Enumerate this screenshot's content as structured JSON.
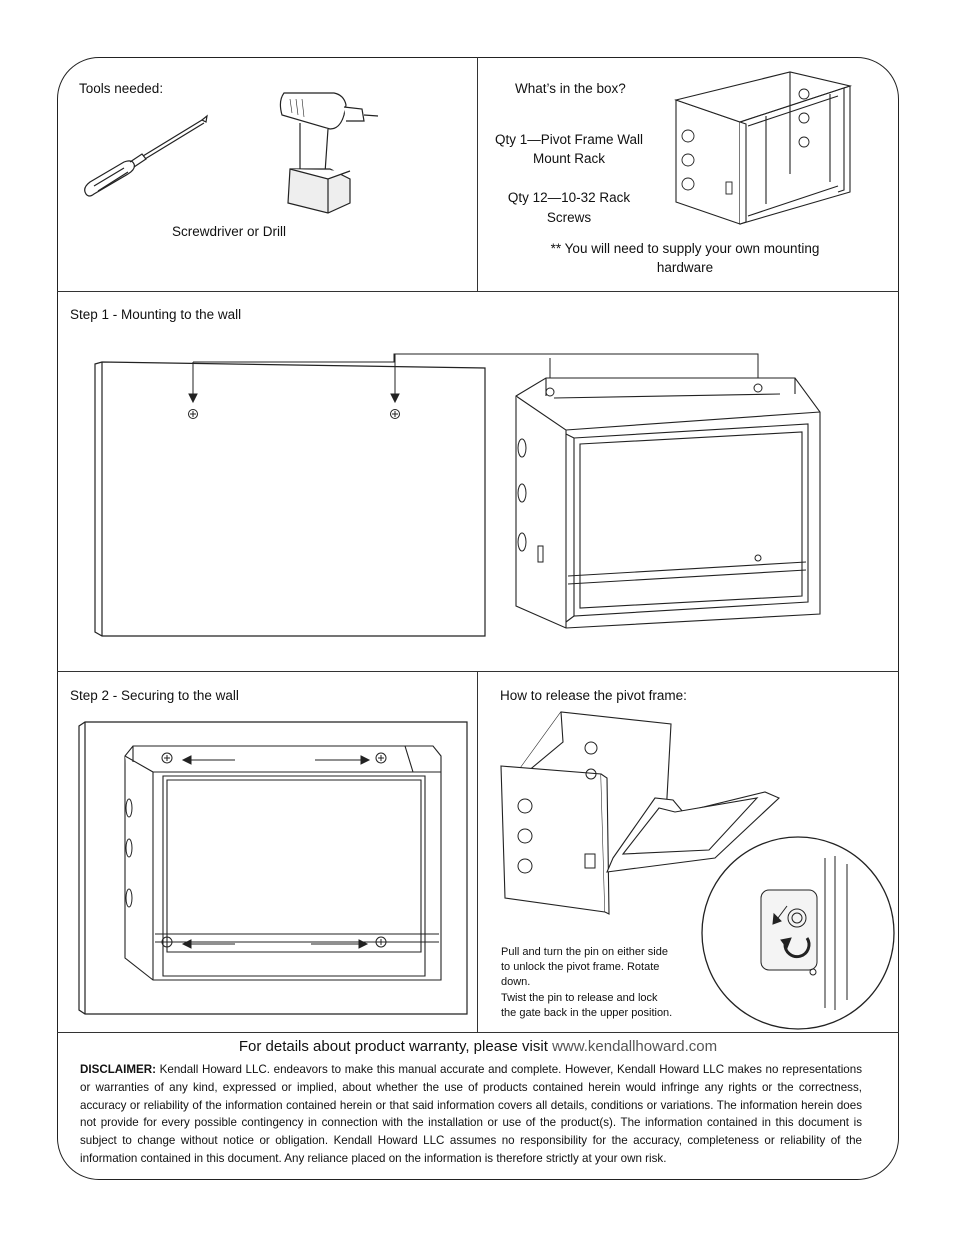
{
  "tools": {
    "heading": "Tools needed:",
    "caption": "Screwdriver or Drill",
    "screwdriver_icon": "screwdriver-icon",
    "drill_icon": "drill-icon"
  },
  "box": {
    "heading": "What’s in the box?",
    "item1_line1": "Qty 1—Pivot Frame Wall",
    "item1_line2": "Mount Rack",
    "item2_line1": "Qty 12—10-32 Rack",
    "item2_line2": "Screws",
    "note_line1": "** You will need to supply your own mounting",
    "note_line2": "hardware"
  },
  "step1": {
    "heading": "Step 1 - Mounting to the wall"
  },
  "step2": {
    "heading": "Step 2 - Securing to the wall"
  },
  "release": {
    "heading": "How to release the pivot frame:",
    "note_line1": "Pull and turn the pin on either side",
    "note_line2": "to unlock the pivot frame.  Rotate",
    "note_line3": "down.",
    "note_line4": "Twist the pin to release and lock",
    "note_line5": "the gate back in the upper position."
  },
  "footer": {
    "warranty_text": "For details about product warranty, please visit ",
    "warranty_url": "www.kendallhoward.com",
    "disclaimer_label": "DISCLAIMER:",
    "disclaimer_text": " Kendall Howard LLC. endeavors to make this manual accurate and complete. However, Kendall Howard LLC makes no representations or warranties of any kind, expressed or implied, about whether the use of products contained herein would infringe any rights or the correctness, accuracy or reliability of the information contained herein or that said information covers all details, conditions or variations. The information herein does not provide for every possible contingency in connection with the installation or use of the product(s). The information contained in this document is subject to change without notice or obligation.  Kendall Howard LLC assumes no responsibility for the accuracy, completeness or reliability of the information contained in this document.  Any reliance placed on the information is therefore strictly at your own risk."
  }
}
